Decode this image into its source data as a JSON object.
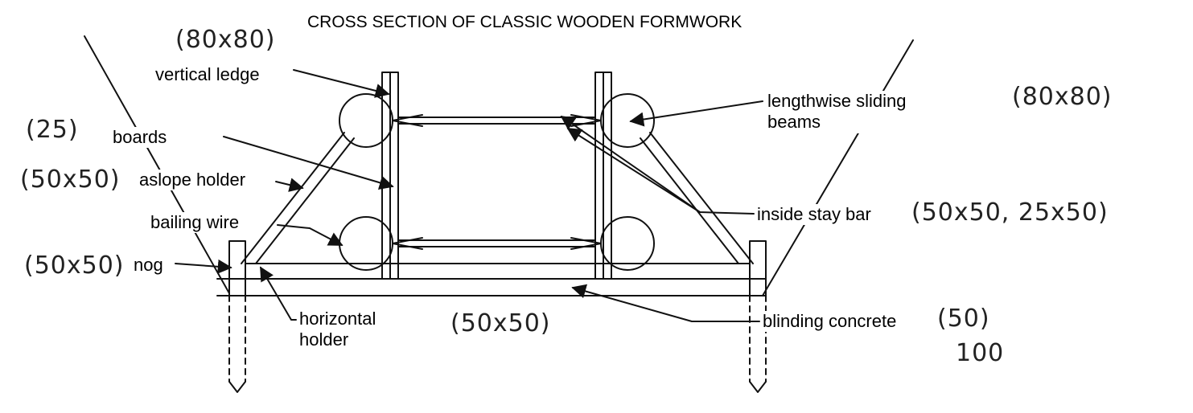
{
  "title": "CROSS SECTION OF CLASSIC WOODEN FORMWORK",
  "labels": {
    "vertical_ledge": "vertical ledge",
    "lengthwise_sliding_beams": "lengthwise sliding beams",
    "boards": "boards",
    "aslope_holder": "aslope holder",
    "bailing_wire": "bailing wire",
    "inside_stay_bar": "inside stay bar",
    "nog": "nog",
    "horizontal_holder": "horizontal holder",
    "blinding_concrete": "blinding concrete"
  },
  "dimensions": {
    "vertical_ledge": "(80x80)",
    "lengthwise_sliding_beams": "(80x80)",
    "boards": "(25)",
    "aslope_holder": "(50x50)",
    "nog": "(50x50)",
    "horizontal_holder": "(50x50)",
    "inside_stay_bar": "(50x50, 25x50)",
    "blinding_concrete": "(50)",
    "blinding_concrete_extra": "100"
  }
}
